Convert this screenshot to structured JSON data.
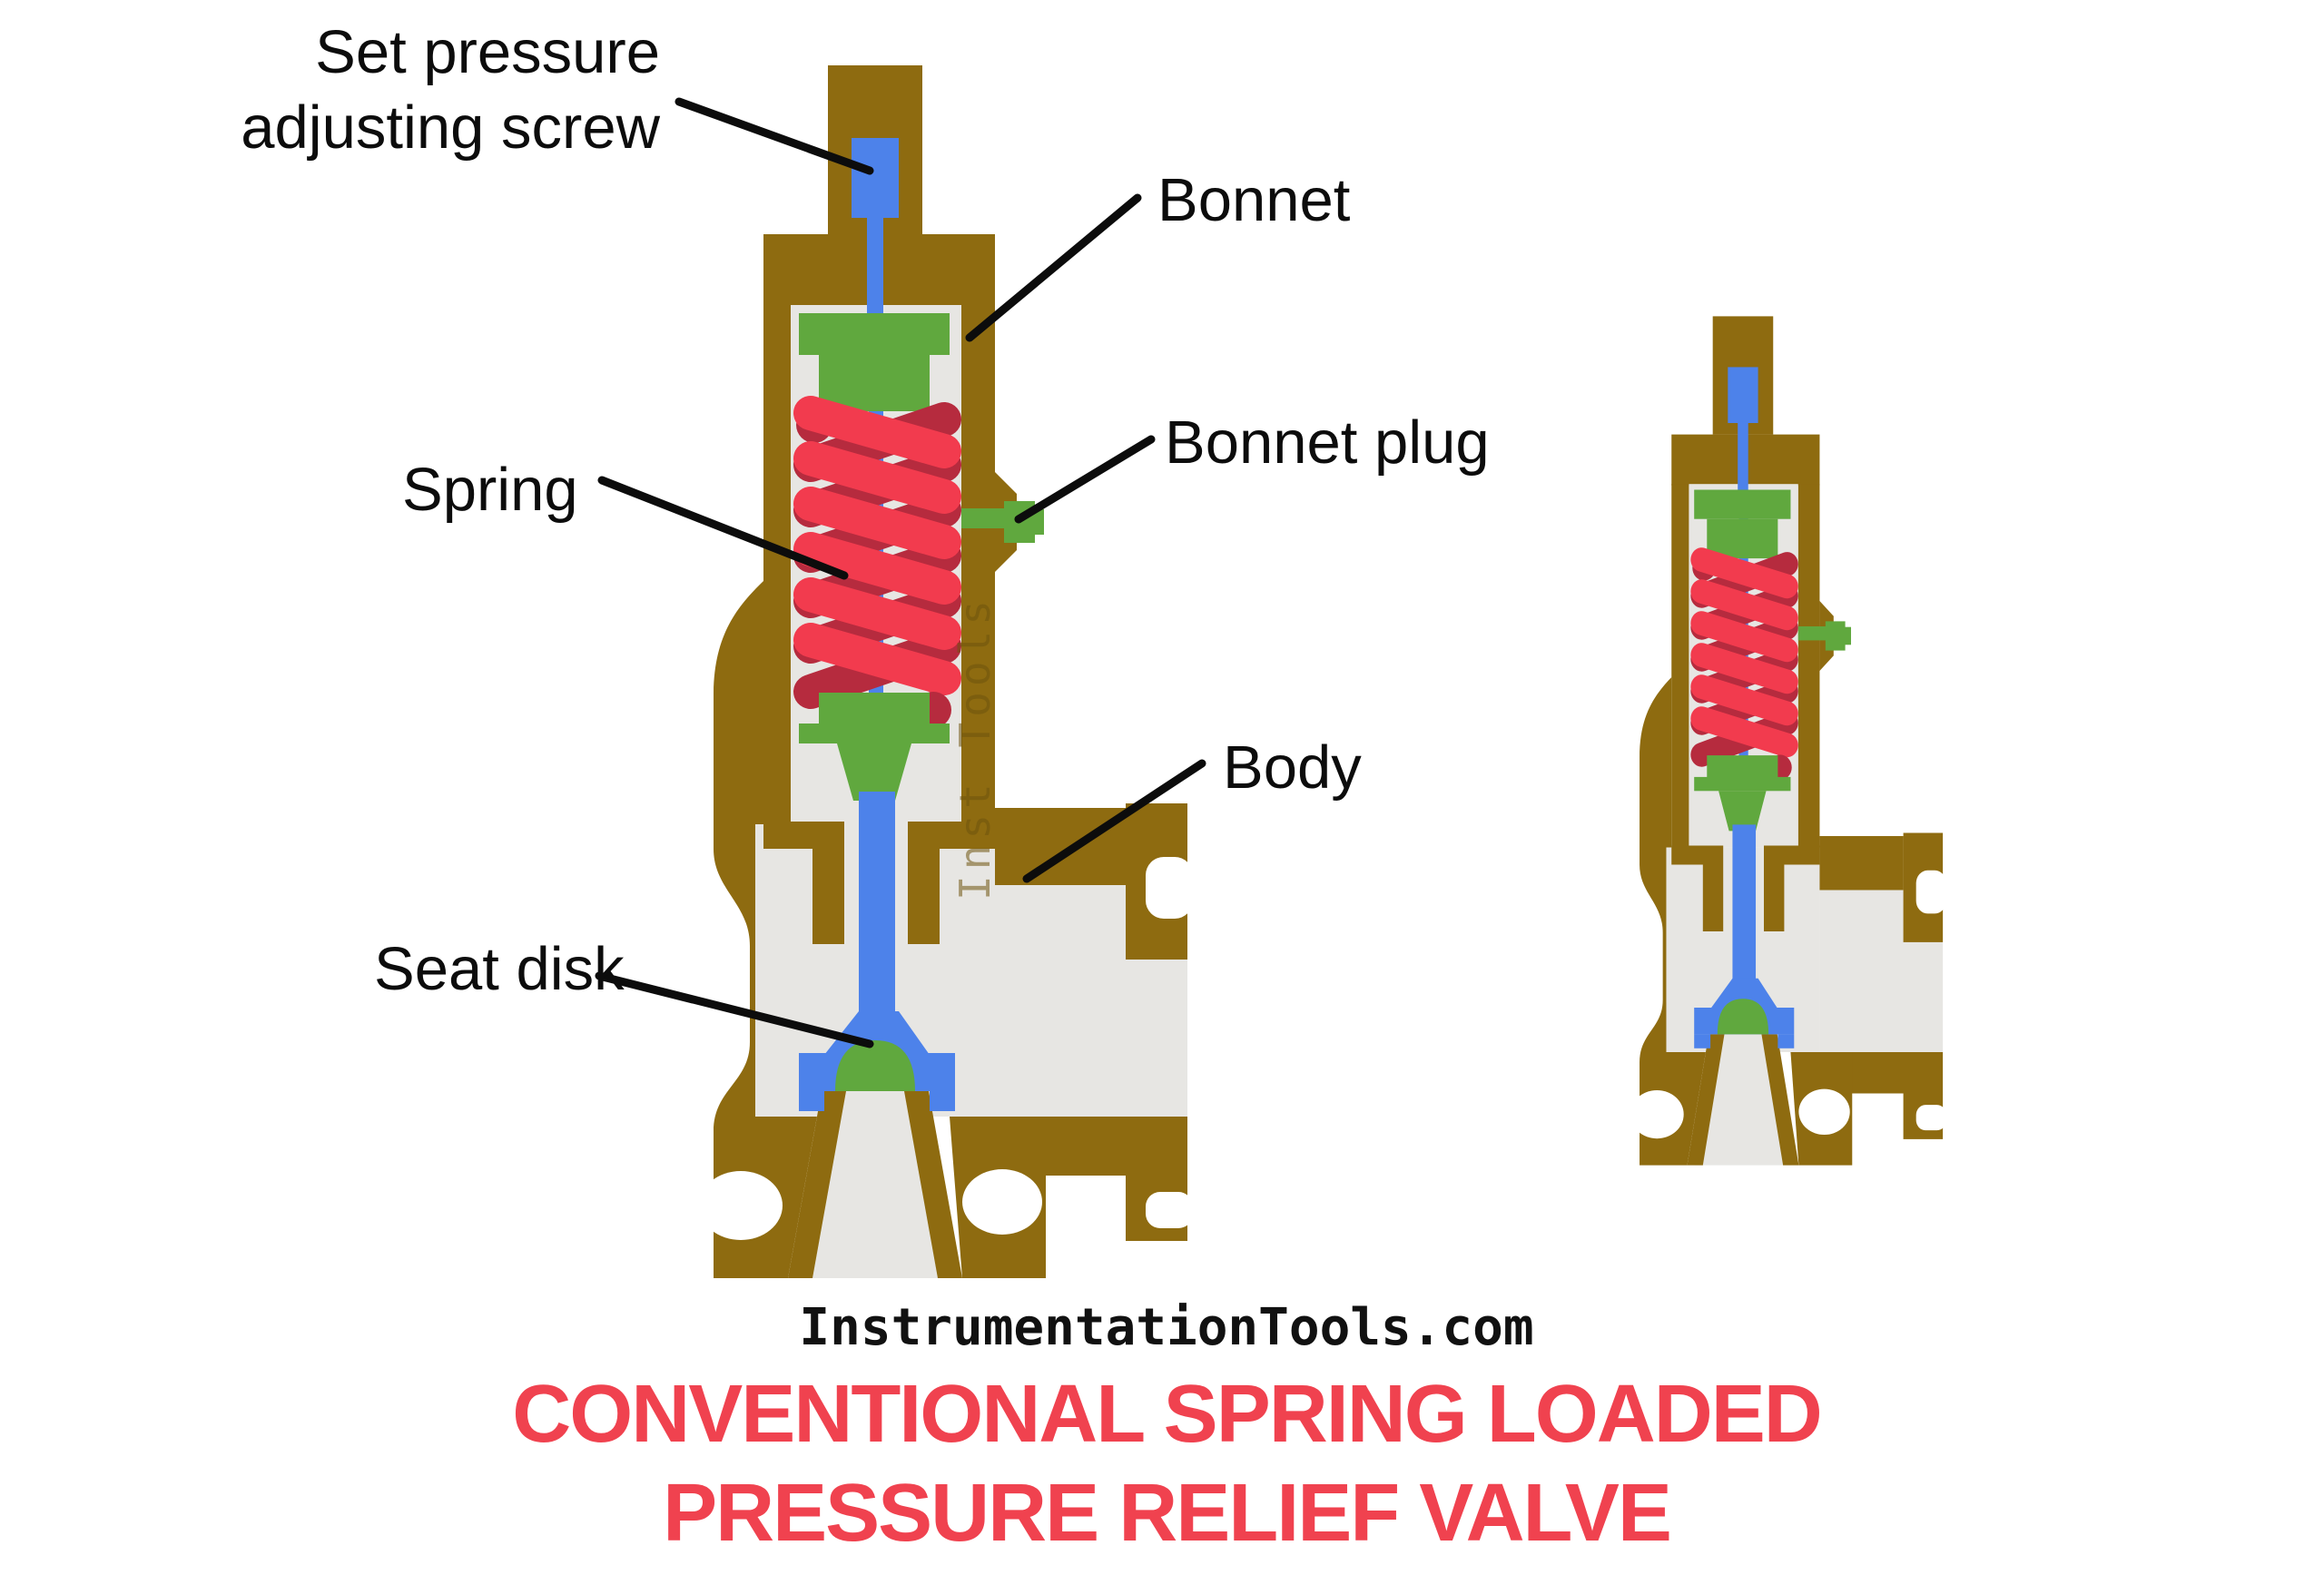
{
  "diagram": {
    "labels": {
      "set_pressure_line1": "Set pressure",
      "set_pressure_line2": "adjusting screw",
      "bonnet": "Bonnet",
      "bonnet_plug": "Bonnet plug",
      "spring": "Spring",
      "body": "Body",
      "seat_disk": "Seat disk"
    },
    "watermark": "Inst Tools",
    "credit": "InstrumentationTools.com",
    "title_line1": "CONVENTIONAL SPRING LOADED",
    "title_line2": "PRESSURE RELIEF VALVE",
    "colors": {
      "body_brown": "#8e6b10",
      "interior_gray": "#e7e6e3",
      "stem_blue": "#4d82ea",
      "retainer_green": "#60a83e",
      "spring_red": "#f23b4e",
      "spring_dark_red": "#b62b3e",
      "title_red": "#f0424f"
    }
  }
}
